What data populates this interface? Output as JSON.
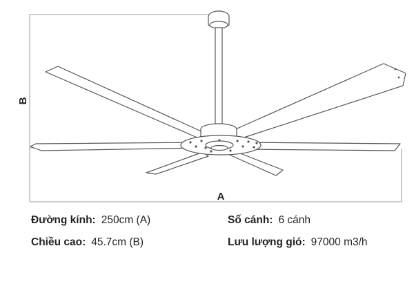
{
  "diagram": {
    "label_a": "A",
    "label_b": "B",
    "line_color": "#555555",
    "dim_color": "#999999"
  },
  "specs": {
    "diameter": {
      "label": "Đường kính:",
      "value": "250cm (A)"
    },
    "height": {
      "label": "Chiều cao:",
      "value": "45.7cm (B)"
    },
    "blades": {
      "label": "Số cánh:",
      "value": "6 cánh"
    },
    "airflow": {
      "label": "Lưu lượng gió:",
      "value": "97000 m3/h"
    }
  }
}
